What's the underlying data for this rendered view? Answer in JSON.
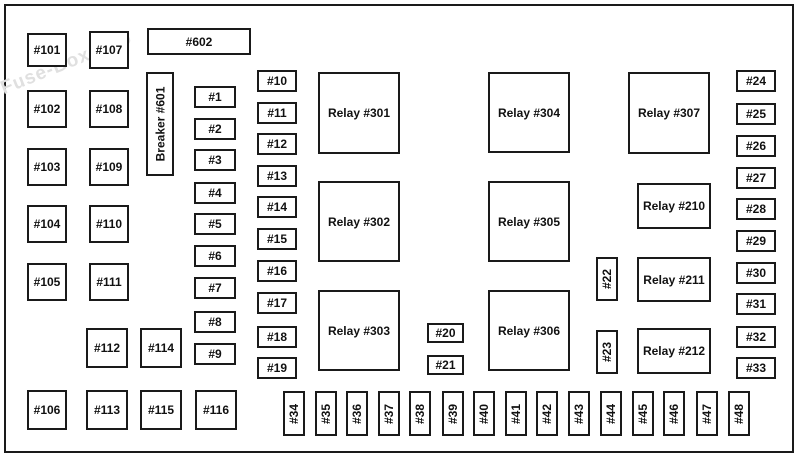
{
  "watermark": "Fuse-Box.info",
  "fuses": [
    {
      "id": "f101",
      "label": "#101"
    },
    {
      "id": "f107",
      "label": "#107"
    },
    {
      "id": "f602",
      "label": "#602"
    },
    {
      "id": "f102",
      "label": "#102"
    },
    {
      "id": "f108",
      "label": "#108"
    },
    {
      "id": "f103",
      "label": "#103"
    },
    {
      "id": "f109",
      "label": "#109"
    },
    {
      "id": "f104",
      "label": "#104"
    },
    {
      "id": "f110",
      "label": "#110"
    },
    {
      "id": "f105",
      "label": "#105"
    },
    {
      "id": "f111",
      "label": "#111"
    },
    {
      "id": "f112",
      "label": "#112"
    },
    {
      "id": "f114",
      "label": "#114"
    },
    {
      "id": "f106",
      "label": "#106"
    },
    {
      "id": "f113",
      "label": "#113"
    },
    {
      "id": "f115",
      "label": "#115"
    },
    {
      "id": "f116",
      "label": "#116"
    },
    {
      "id": "breaker601",
      "label": "Breaker #601"
    },
    {
      "id": "f1",
      "label": "#1"
    },
    {
      "id": "f2",
      "label": "#2"
    },
    {
      "id": "f3",
      "label": "#3"
    },
    {
      "id": "f4",
      "label": "#4"
    },
    {
      "id": "f5",
      "label": "#5"
    },
    {
      "id": "f6",
      "label": "#6"
    },
    {
      "id": "f7",
      "label": "#7"
    },
    {
      "id": "f8",
      "label": "#8"
    },
    {
      "id": "f9",
      "label": "#9"
    },
    {
      "id": "f10",
      "label": "#10"
    },
    {
      "id": "f11",
      "label": "#11"
    },
    {
      "id": "f12",
      "label": "#12"
    },
    {
      "id": "f13",
      "label": "#13"
    },
    {
      "id": "f14",
      "label": "#14"
    },
    {
      "id": "f15",
      "label": "#15"
    },
    {
      "id": "f16",
      "label": "#16"
    },
    {
      "id": "f17",
      "label": "#17"
    },
    {
      "id": "f18",
      "label": "#18"
    },
    {
      "id": "f19",
      "label": "#19"
    },
    {
      "id": "relay301",
      "label": "Relay  #301"
    },
    {
      "id": "relay302",
      "label": "Relay  #302"
    },
    {
      "id": "relay303",
      "label": "Relay  #303"
    },
    {
      "id": "f20",
      "label": "#20"
    },
    {
      "id": "f21",
      "label": "#21"
    },
    {
      "id": "relay304",
      "label": "Relay  #304"
    },
    {
      "id": "relay305",
      "label": "Relay  #305"
    },
    {
      "id": "relay306",
      "label": "Relay  #306"
    },
    {
      "id": "f22",
      "label": "#22"
    },
    {
      "id": "f23",
      "label": "#23"
    },
    {
      "id": "relay307",
      "label": "Relay #307"
    },
    {
      "id": "relay210",
      "label": "Relay #210"
    },
    {
      "id": "relay211",
      "label": "Relay #211"
    },
    {
      "id": "relay212",
      "label": "Relay #212"
    },
    {
      "id": "f24",
      "label": "#24"
    },
    {
      "id": "f25",
      "label": "#25"
    },
    {
      "id": "f26",
      "label": "#26"
    },
    {
      "id": "f27",
      "label": "#27"
    },
    {
      "id": "f28",
      "label": "#28"
    },
    {
      "id": "f29",
      "label": "#29"
    },
    {
      "id": "f30",
      "label": "#30"
    },
    {
      "id": "f31",
      "label": "#31"
    },
    {
      "id": "f32",
      "label": "#32"
    },
    {
      "id": "f33",
      "label": "#33"
    },
    {
      "id": "f34",
      "label": "#34"
    },
    {
      "id": "f35",
      "label": "#35"
    },
    {
      "id": "f36",
      "label": "#36"
    },
    {
      "id": "f37",
      "label": "#37"
    },
    {
      "id": "f38",
      "label": "#38"
    },
    {
      "id": "f39",
      "label": "#39"
    },
    {
      "id": "f40",
      "label": "#40"
    },
    {
      "id": "f41",
      "label": "#41"
    },
    {
      "id": "f42",
      "label": "#42"
    },
    {
      "id": "f43",
      "label": "#43"
    },
    {
      "id": "f44",
      "label": "#44"
    },
    {
      "id": "f45",
      "label": "#45"
    },
    {
      "id": "f46",
      "label": "#46"
    },
    {
      "id": "f47",
      "label": "#47"
    },
    {
      "id": "f48",
      "label": "#48"
    }
  ]
}
